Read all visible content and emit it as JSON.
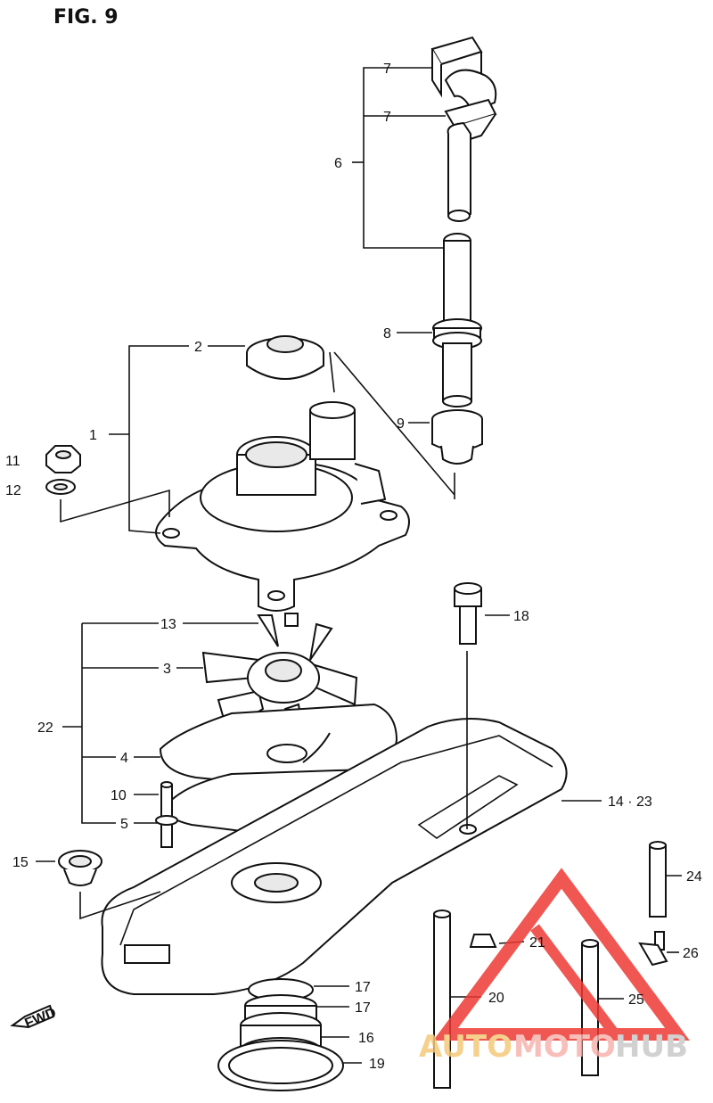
{
  "title": "FIG. 9",
  "fwd_label": "FWD",
  "callouts": {
    "c1": "1",
    "c2": "2",
    "c3": "3",
    "c4": "4",
    "c5": "5",
    "c6": "6",
    "c7a": "7",
    "c7b": "7",
    "c8": "8",
    "c9": "9",
    "c10": "10",
    "c11": "11",
    "c12": "12",
    "c13": "13",
    "c14_23": "14 · 23",
    "c15": "15",
    "c16": "16",
    "c17a": "17",
    "c17b": "17",
    "c18": "18",
    "c19": "19",
    "c20": "20",
    "c21": "21",
    "c22": "22",
    "c24": "24",
    "c25": "25",
    "c26": "26"
  },
  "watermark": {
    "part1": "AUTO",
    "part2": "MOTO",
    "part3": "HUB",
    "colors": {
      "auto": "#f4c97a",
      "moto": "#f7b3ae",
      "hub": "#c9c9c9",
      "logo": "#ee3a34"
    }
  }
}
